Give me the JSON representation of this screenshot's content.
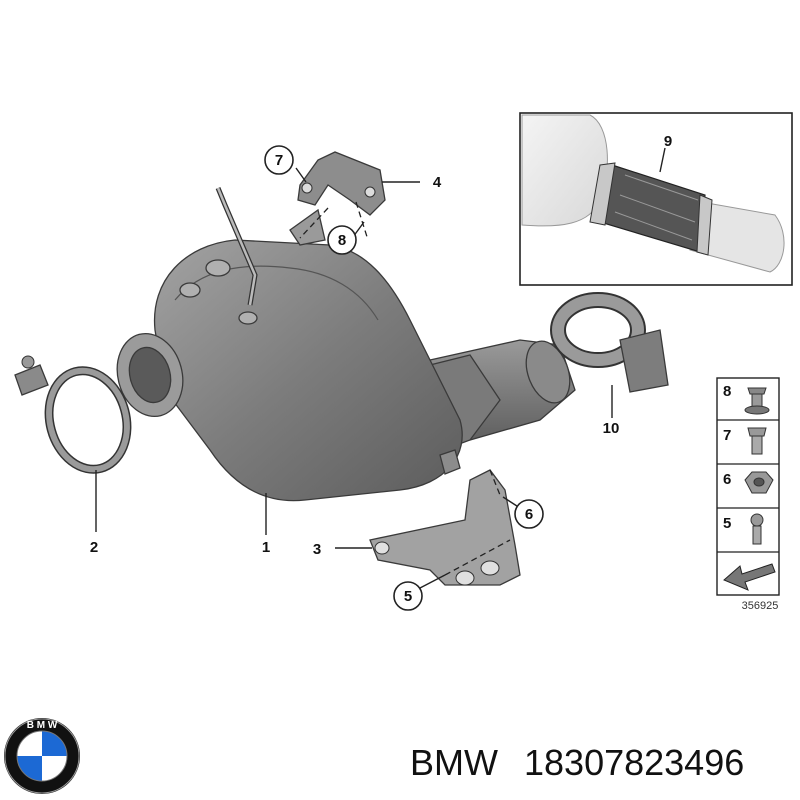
{
  "callouts": {
    "c1": "1",
    "c2": "2",
    "c3": "3",
    "c4": "4",
    "c5": "5",
    "c6": "6",
    "c7": "7",
    "c8": "8",
    "c9": "9",
    "c10": "10"
  },
  "legend": {
    "items": [
      {
        "label": "8",
        "icon": "flange-bolt-icon"
      },
      {
        "label": "7",
        "icon": "bolt-icon"
      },
      {
        "label": "6",
        "icon": "hex-nut-icon"
      },
      {
        "label": "5",
        "icon": "screw-icon"
      }
    ],
    "code": "356925"
  },
  "caption": {
    "brand": "BMW",
    "part_number": "18307823496"
  },
  "colors": {
    "metal_dark": "#6f6f6f",
    "metal_mid": "#8e8e8e",
    "metal_light": "#b9b9b9",
    "outline": "#222222"
  }
}
